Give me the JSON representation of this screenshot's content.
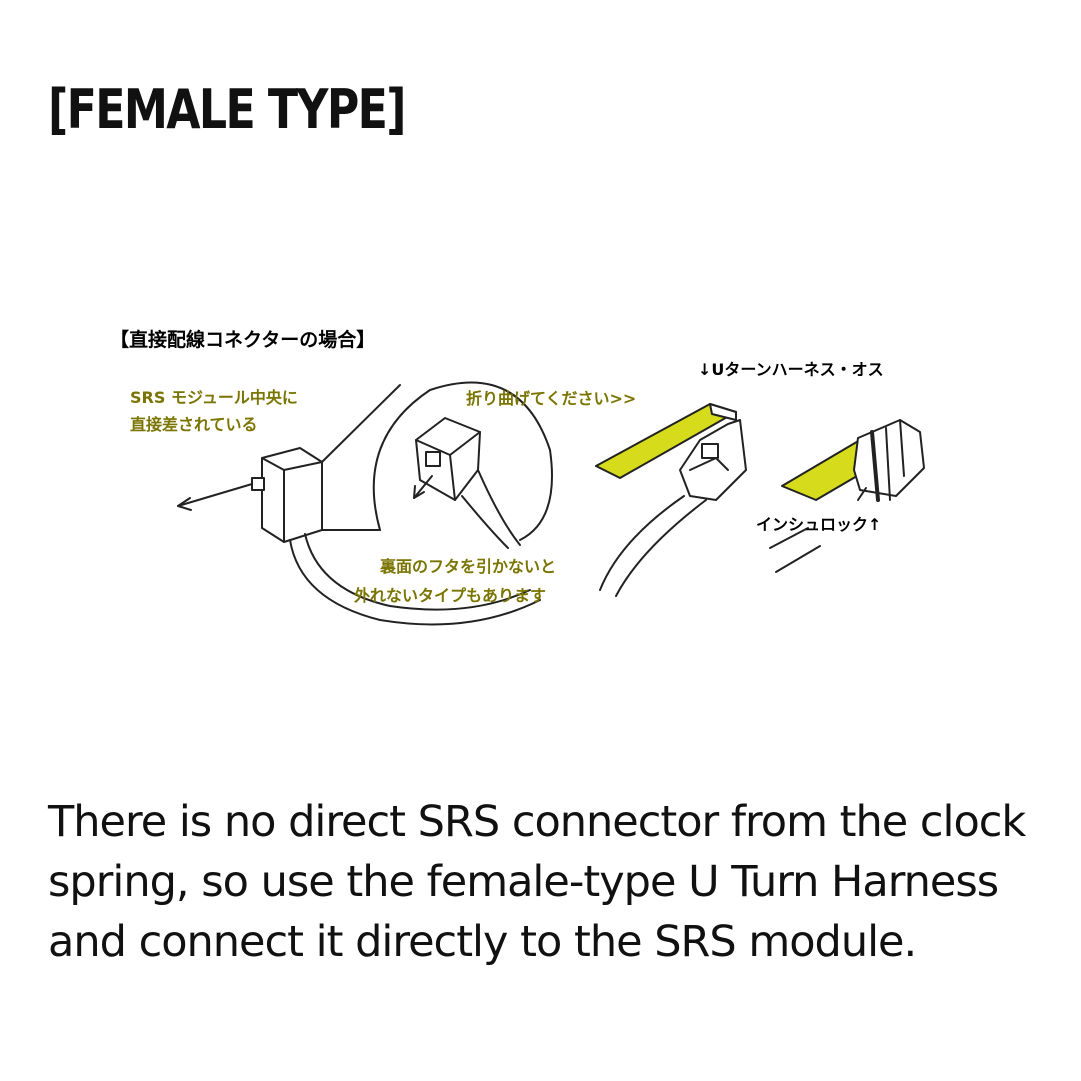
{
  "title": "[FEMALE TYPE]",
  "diagram": {
    "header": "【直接配線コネクターの場合】",
    "label_module_line1": "SRS モジュール中央に",
    "label_module_line2": "直接差されている",
    "label_fold": "折り曲げてください>>",
    "label_harness": "↓Uターンハーネス・オス",
    "label_cable_tie": "インシュロック↑",
    "label_cover_line1": "裏面のフタを引かないと",
    "label_cover_line2": "外れないタイプもあります",
    "text_color": "#000000",
    "accent_text_color": "#7a7400",
    "highlight_fill": "#d6dc1c"
  },
  "caption": {
    "line1": "There is no direct SRS connector from the clock",
    "line2": "spring, so use the female-type U Turn Harness",
    "line3": "and connect it directly to the SRS module."
  }
}
